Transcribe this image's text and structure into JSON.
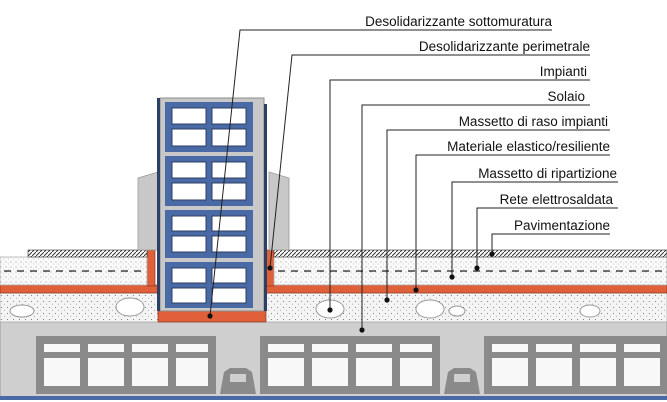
{
  "labels": {
    "desolidarizzante_sottomuratura": "Desolidarizzante sottomuratura",
    "desolidarizzante_perimetrale": "Desolidarizzante perimetrale",
    "impianti": "Impianti",
    "solaio": "Solaio",
    "massetto_raso_impianti": "Massetto di raso impianti",
    "materiale_elastico": "Materiale elastico/resiliente",
    "massetto_ripartizione": "Massetto di ripartizione",
    "rete_elettrosaldata": "Rete elettrosaldata",
    "pavimentazione": "Pavimentazione"
  },
  "colors": {
    "leader_line": "#222222",
    "resilient_layer": "#e0603a",
    "wall_frame": "#4a6aa6",
    "wall_frame_dark": "#2d3f63",
    "brick_cell": "#ffffff",
    "slab": "#cfcfcf",
    "slab_beams": "#8a8a8a",
    "plaster": "#c8c8c8",
    "screed": "#f3f3f3",
    "floor_finish": "#f2f2f2",
    "pipes": "#ffffff",
    "base_line": "#4a6aa6"
  }
}
